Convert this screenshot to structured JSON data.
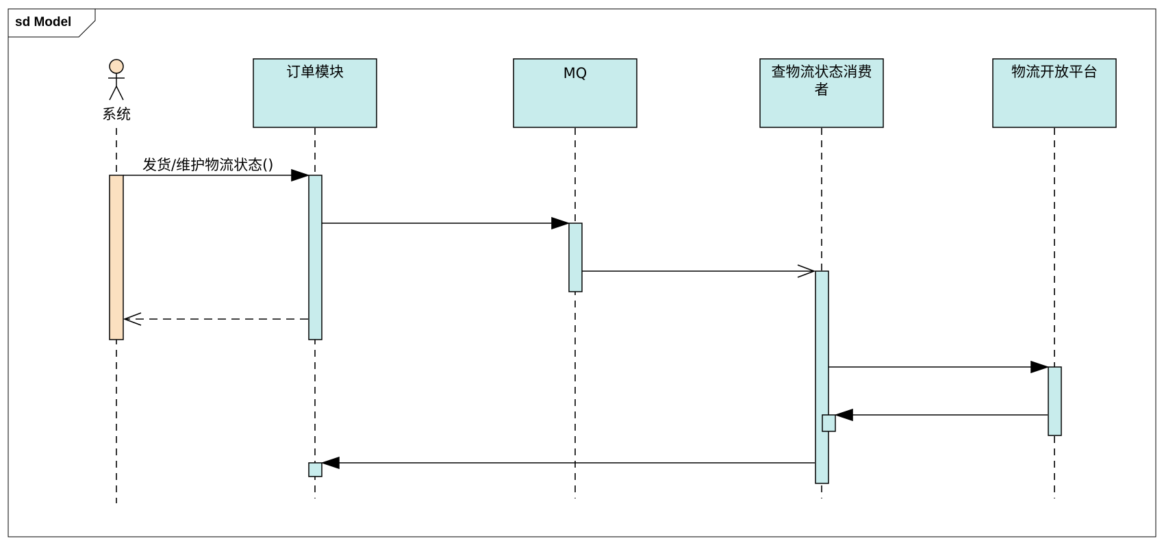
{
  "frame": {
    "label": "sd Model"
  },
  "colors": {
    "header_fill": "#c8ecec",
    "activation_fill": "#c8ecec",
    "actor_activation_fill": "#fbe0c0",
    "actor_head_fill": "#fbe0c0",
    "stroke": "#000000"
  },
  "participants": [
    {
      "id": "system",
      "kind": "actor",
      "label": "系统",
      "icon": "stick-figure-icon"
    },
    {
      "id": "order",
      "kind": "lifeline",
      "label_lines": [
        "订单模块"
      ]
    },
    {
      "id": "mq",
      "kind": "lifeline",
      "label_lines": [
        "MQ"
      ]
    },
    {
      "id": "consumer",
      "kind": "lifeline",
      "label_lines": [
        "查物流状态消费",
        "者"
      ]
    },
    {
      "id": "platform",
      "kind": "lifeline",
      "label_lines": [
        "物流开放平台"
      ]
    }
  ],
  "messages": [
    {
      "from": "system",
      "to": "order",
      "type": "sync",
      "label": "发货/维护物流状态()"
    },
    {
      "from": "order",
      "to": "mq",
      "type": "sync",
      "label": ""
    },
    {
      "from": "mq",
      "to": "consumer",
      "type": "async",
      "label": ""
    },
    {
      "from": "order",
      "to": "system",
      "type": "return",
      "label": ""
    },
    {
      "from": "consumer",
      "to": "platform",
      "type": "sync",
      "label": ""
    },
    {
      "from": "platform",
      "to": "consumer",
      "type": "sync",
      "label": ""
    },
    {
      "from": "consumer",
      "to": "order",
      "type": "sync",
      "label": ""
    }
  ]
}
